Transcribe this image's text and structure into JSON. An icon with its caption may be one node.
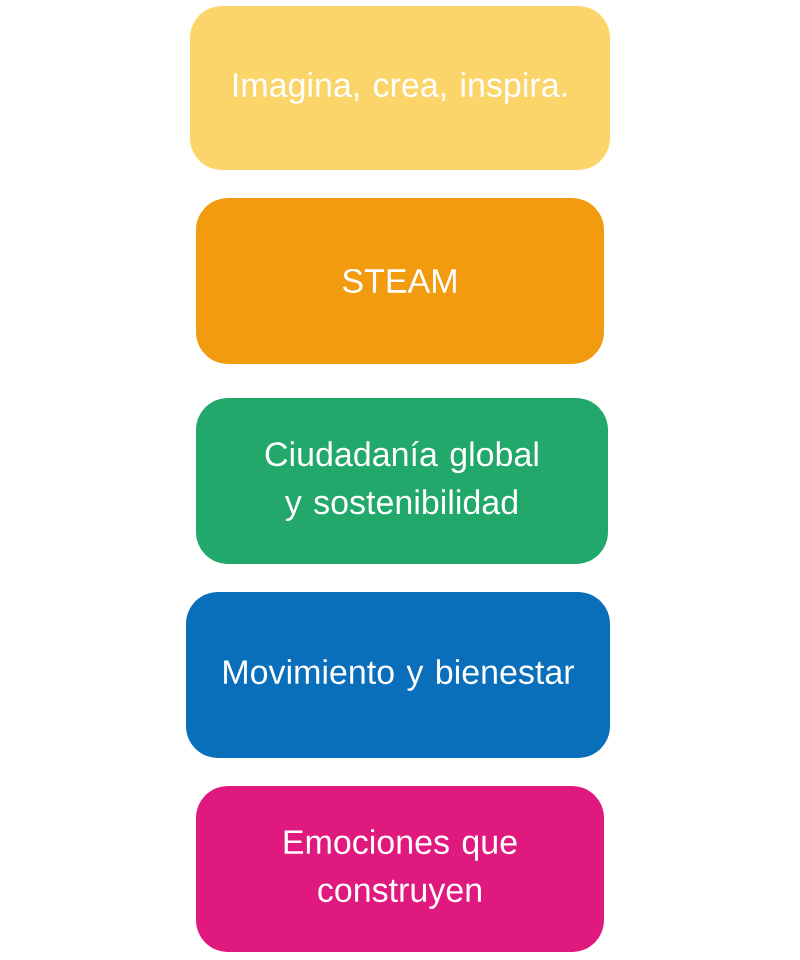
{
  "diagram": {
    "nodes": [
      {
        "text": [
          "Imagina, crea, inspira."
        ]
      },
      {
        "text": [
          "STEAM"
        ]
      },
      {
        "text": [
          "Ciudadanía global y sostenibilidad"
        ]
      },
      {
        "text": [
          "Movimiento y bienestar"
        ]
      },
      {
        "text": [
          "Emociones que construyen"
        ]
      }
    ]
  }
}
